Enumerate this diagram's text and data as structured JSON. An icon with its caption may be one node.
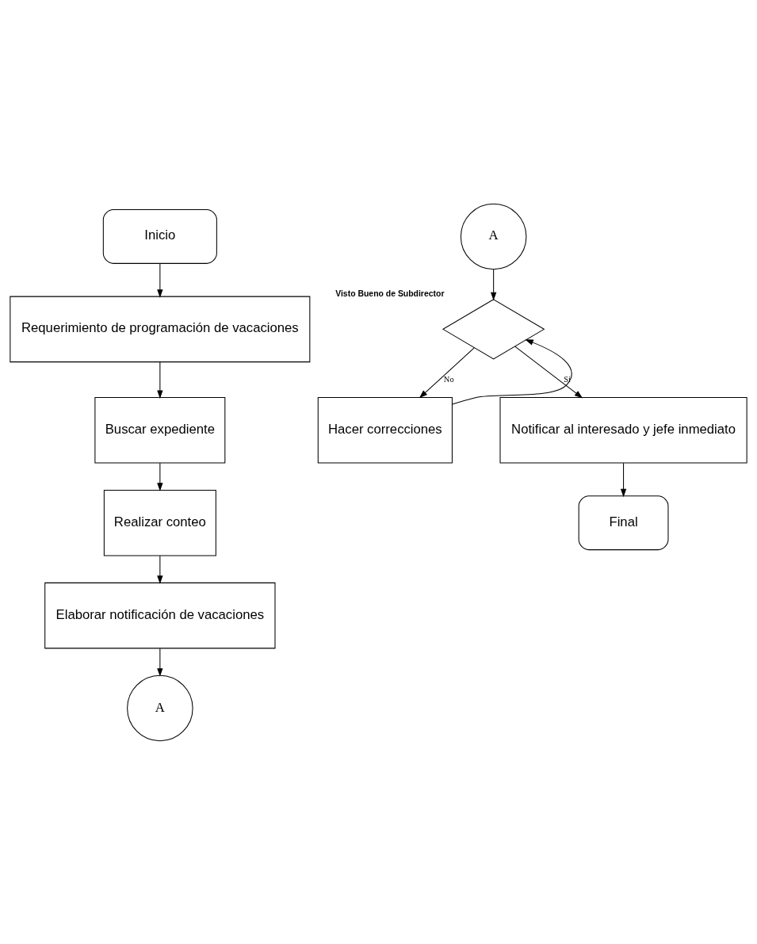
{
  "diagram": {
    "nodes": [
      {
        "text": [
          "Inicio"
        ]
      },
      {
        "text": [
          "Requerimiento de programación de vacaciones"
        ]
      },
      {
        "text": [
          "Buscar expediente"
        ]
      },
      {
        "text": [
          "Realizar conteo"
        ]
      },
      {
        "text": [
          "Elaborar notificación de vacaciones"
        ]
      },
      {
        "text": [
          "A"
        ]
      },
      {
        "text": [
          "A"
        ]
      },
      {
        "text": [],
        "shape": "diamond",
        "beside": [
          "Visto Bueno de Subdirector"
        ]
      },
      {
        "text": [
          "Hacer correcciones"
        ]
      },
      {
        "text": [
          "Notificar al interesado y jefe inmediato"
        ]
      },
      {
        "text": [
          "Final"
        ]
      }
    ],
    "edges": [
      {
        "from": 0,
        "to": 1,
        "arrow": "to"
      },
      {
        "from": 1,
        "to": 2,
        "arrow": "to"
      },
      {
        "from": 2,
        "to": 3,
        "arrow": "to"
      },
      {
        "from": 3,
        "to": 4,
        "arrow": "to"
      },
      {
        "from": 4,
        "to": 5,
        "arrow": "to"
      },
      {
        "from": 6,
        "to": 7,
        "arrow": "to"
      },
      {
        "from": 7,
        "to": 8,
        "label": "No",
        "arrow": "to"
      },
      {
        "from": 7,
        "to": 9,
        "label": "Si",
        "arrow": "to"
      },
      {
        "from": 9,
        "to": 10,
        "arrow": "to"
      },
      {
        "from": 8,
        "to": 7,
        "arrow": "to"
      }
    ]
  }
}
